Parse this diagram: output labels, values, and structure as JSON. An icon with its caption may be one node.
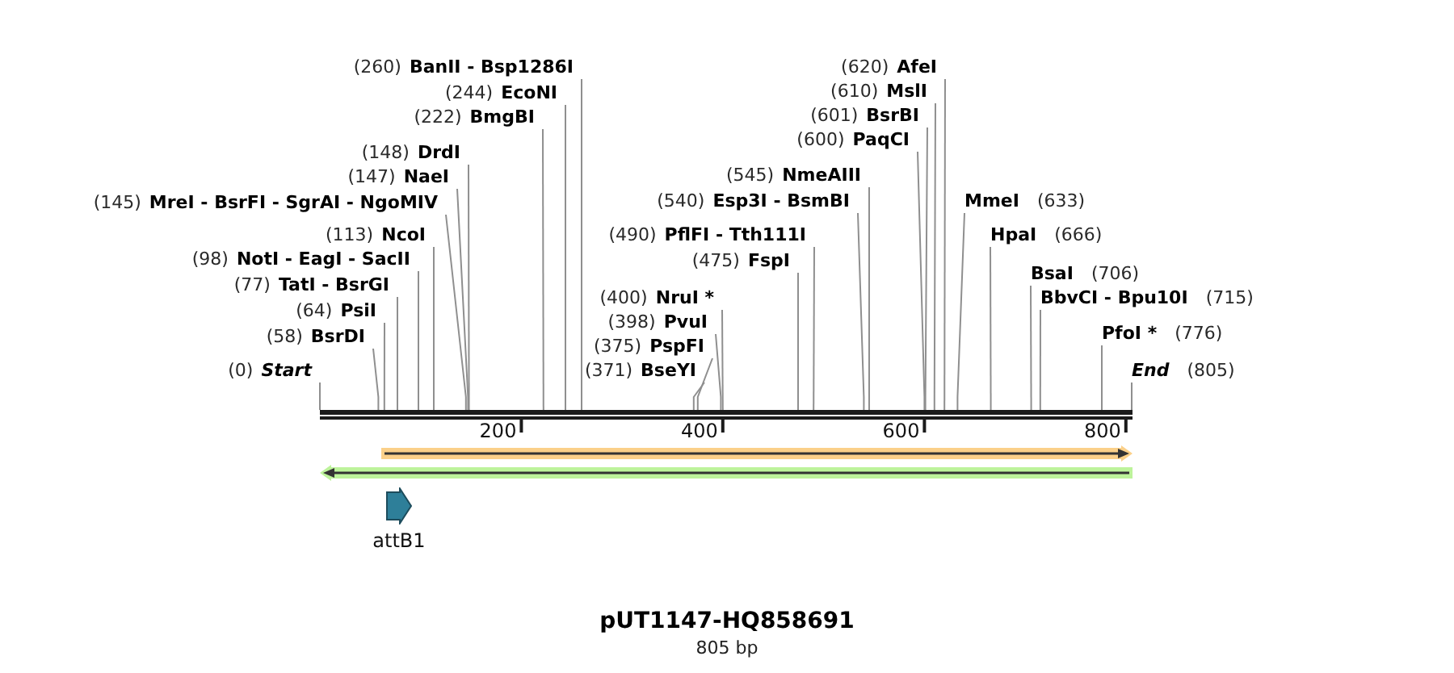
{
  "diagram": {
    "title": "pUT1147-HQ858691",
    "caption": "805 bp",
    "nodes": [
      {
        "text": [
          "(260)",
          "BanII - Bsp1286I"
        ]
      },
      {
        "text": [
          "(244)",
          "EcoNI"
        ]
      },
      {
        "text": [
          "(222)",
          "BmgBI"
        ]
      },
      {
        "text": [
          "(148)",
          "DrdI"
        ]
      },
      {
        "text": [
          "(147)",
          "NaeI"
        ]
      },
      {
        "text": [
          "(545)",
          "NmeAIII"
        ]
      },
      {
        "text": [
          "(145)",
          "MreI - BsrFI - SgrAI - NgoMIV"
        ]
      },
      {
        "text": [
          "(540)",
          "Esp3I - BsmBI"
        ]
      },
      {
        "text": [
          "MmeI",
          "(633)"
        ]
      },
      {
        "text": [
          "(113)",
          "NcoI"
        ]
      },
      {
        "text": [
          "(490)",
          "PflFI - Tth111I"
        ]
      },
      {
        "text": [
          "HpaI",
          "(666)"
        ]
      },
      {
        "text": [
          "(98)",
          "NotI - EagI - SacII"
        ]
      },
      {
        "text": [
          "(475)",
          "FspI"
        ]
      },
      {
        "text": [
          "BsaI",
          "(706)"
        ]
      },
      {
        "text": [
          "(77)",
          "TatI - BsrGI"
        ]
      },
      {
        "text": [
          "(400)",
          "NruI *"
        ]
      },
      {
        "text": [
          "(620)",
          "AfeI"
        ]
      },
      {
        "text": [
          "BbvCI - Bpu10I",
          "(715)"
        ]
      },
      {
        "text": [
          "(64)",
          "PsiI"
        ]
      },
      {
        "text": [
          "(398)",
          "PvuI"
        ]
      },
      {
        "text": [
          "(610)",
          "MslI"
        ]
      },
      {
        "text": [
          "PfoI *",
          "(776)"
        ]
      },
      {
        "text": [
          "(58)",
          "BsrDI"
        ]
      },
      {
        "text": [
          "(375)",
          "PspFI"
        ]
      },
      {
        "text": [
          "(601)",
          "BsrBI"
        ]
      },
      {
        "text": [
          "(0)",
          "Start"
        ]
      },
      {
        "text": [
          "(371)",
          "BseYI"
        ]
      },
      {
        "text": [
          "(600)",
          "PaqCI"
        ]
      },
      {
        "text": [
          "End",
          "(805)"
        ]
      },
      {
        "text": [],
        "shape": "bar"
      },
      {
        "text": [],
        "shape": "arrow"
      },
      {
        "text": [],
        "shape": "arrow"
      },
      {
        "text": [
          "attB1"
        ]
      }
    ],
    "edges": [
      {
        "from": 0,
        "to": 30,
        "arrow": "none"
      },
      {
        "from": 1,
        "to": 30,
        "arrow": "none"
      },
      {
        "from": 2,
        "to": 30,
        "arrow": "none"
      },
      {
        "from": 3,
        "to": 30,
        "arrow": "none"
      },
      {
        "from": 4,
        "to": 30,
        "arrow": "none"
      },
      {
        "from": 5,
        "to": 30,
        "arrow": "none"
      },
      {
        "from": 6,
        "to": 30,
        "arrow": "none"
      },
      {
        "from": 7,
        "to": 30,
        "arrow": "none"
      },
      {
        "from": 8,
        "to": 30,
        "arrow": "none"
      },
      {
        "from": 9,
        "to": 30,
        "arrow": "none"
      },
      {
        "from": 10,
        "to": 30,
        "arrow": "none"
      },
      {
        "from": 11,
        "to": 30,
        "arrow": "none"
      },
      {
        "from": 12,
        "to": 30,
        "arrow": "none"
      },
      {
        "from": 13,
        "to": 30,
        "arrow": "none"
      },
      {
        "from": 14,
        "to": 30,
        "arrow": "none"
      },
      {
        "from": 15,
        "to": 30,
        "arrow": "none"
      },
      {
        "from": 16,
        "to": 30,
        "arrow": "none"
      },
      {
        "from": 17,
        "to": 30,
        "arrow": "none"
      },
      {
        "from": 18,
        "to": 30,
        "arrow": "none"
      },
      {
        "from": 19,
        "to": 30,
        "arrow": "none"
      },
      {
        "from": 20,
        "to": 30,
        "arrow": "none"
      },
      {
        "from": 21,
        "to": 30,
        "arrow": "none"
      },
      {
        "from": 22,
        "to": 30,
        "arrow": "none"
      },
      {
        "from": 23,
        "to": 30,
        "arrow": "none"
      },
      {
        "from": 24,
        "to": 30,
        "arrow": "none"
      },
      {
        "from": 25,
        "to": 30,
        "arrow": "none"
      },
      {
        "from": 26,
        "to": 30,
        "arrow": "none"
      },
      {
        "from": 27,
        "to": 30,
        "arrow": "none"
      },
      {
        "from": 28,
        "to": 30,
        "arrow": "none"
      },
      {
        "from": 29,
        "to": 30,
        "arrow": "none"
      }
    ],
    "labels": [
      "200",
      "400",
      "600",
      "800"
    ]
  }
}
